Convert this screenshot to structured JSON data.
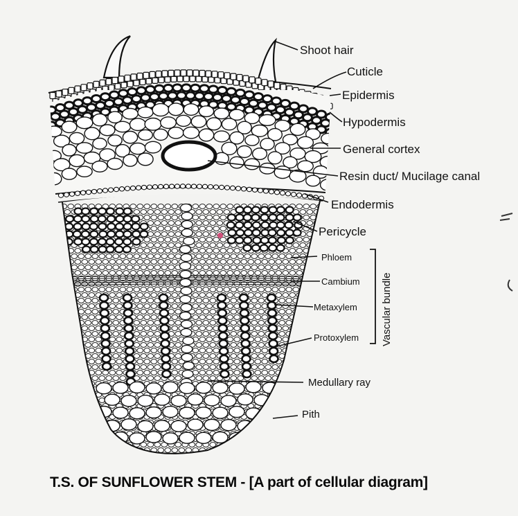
{
  "labels": {
    "shoot_hair": "Shoot hair",
    "cuticle": "Cuticle",
    "epidermis": "Epidermis",
    "hypodermis": "Hypodermis",
    "general_cortex": "General  cortex",
    "resin_duct": "Resin duct/ Mucilage canal",
    "endodermis": "Endodermis",
    "pericycle": "Pericycle",
    "phloem": "Phloem",
    "cambium": "Cambium",
    "metaxylem": "Metaxylem",
    "protoxylem": "Protoxylem",
    "vascular_bundle": "Vascular bundle",
    "medullary_ray": "Medullary ray",
    "pith": "Pith"
  },
  "caption": "T.S. OF SUNFLOWER STEM - [A part of cellular diagram]"
}
